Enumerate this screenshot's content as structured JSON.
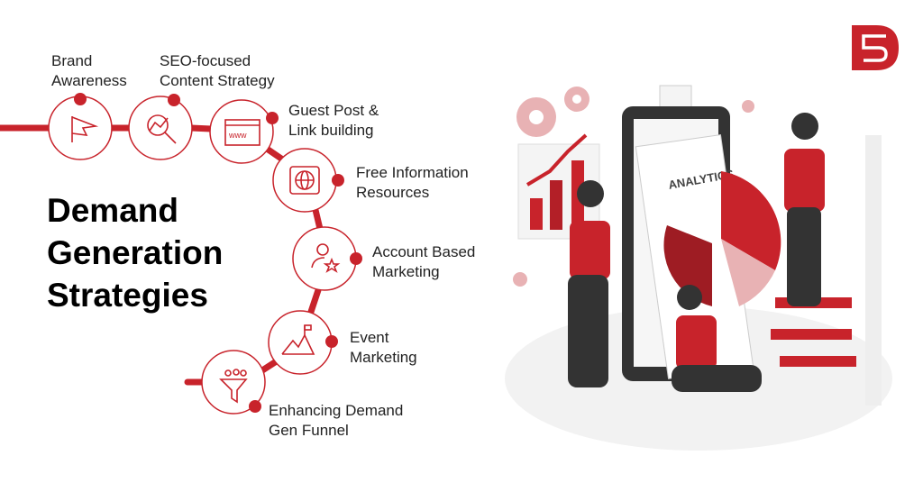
{
  "title": {
    "line1": "Demand",
    "line2": "Generation",
    "line3": "Strategies"
  },
  "brand_color": "#c8232b",
  "logo": {
    "icon": "ds-logo"
  },
  "steps": [
    {
      "line1": "Brand",
      "line2": "Awareness",
      "icon": "flag-icon"
    },
    {
      "line1": "SEO-focused",
      "line2": "Content Strategy",
      "icon": "search-analytics-icon"
    },
    {
      "line1": "Guest Post &",
      "line2": "Link building",
      "icon": "www-browser-icon"
    },
    {
      "line1": "Free Information",
      "line2": "Resources",
      "icon": "globe-icon"
    },
    {
      "line1": "Account Based",
      "line2": "Marketing",
      "icon": "user-star-icon"
    },
    {
      "line1": "Event",
      "line2": "Marketing",
      "icon": "mountain-flag-icon"
    },
    {
      "line1": "Enhancing Demand",
      "line2": "Gen Funnel",
      "icon": "funnel-icon"
    }
  ],
  "illustration": {
    "screen_label": "ANALYTICS"
  }
}
